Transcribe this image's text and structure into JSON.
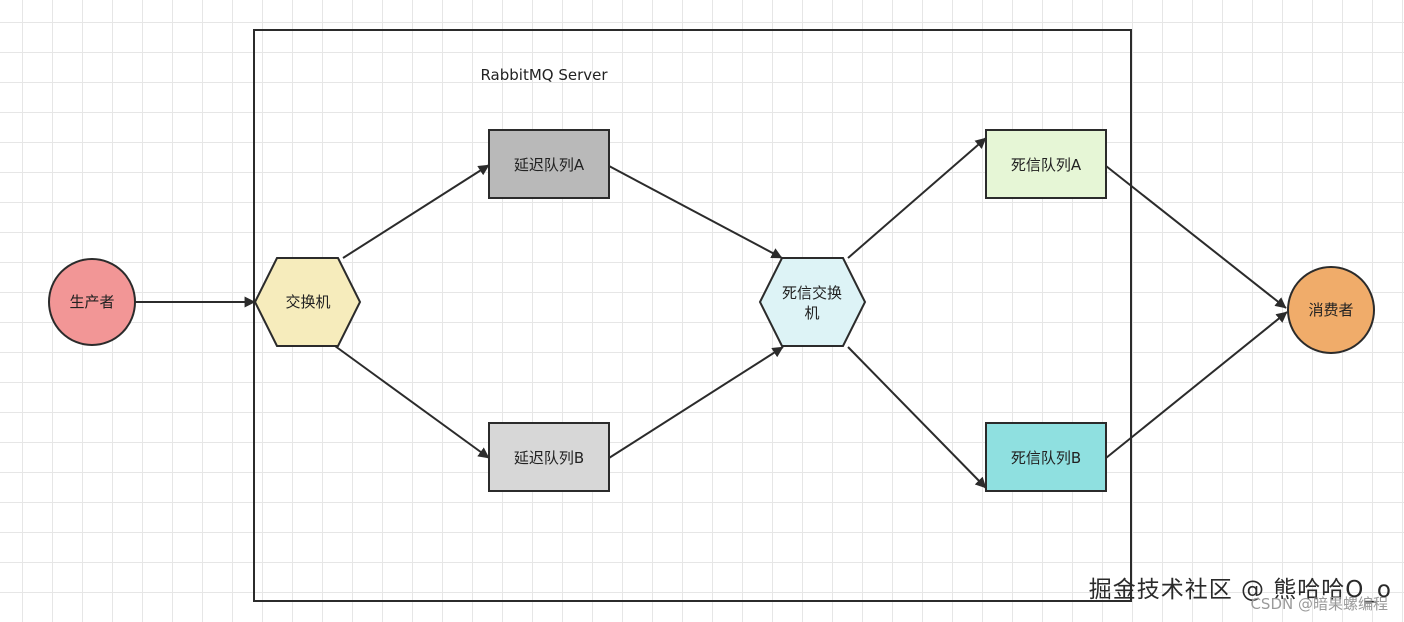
{
  "server": {
    "title": "RabbitMQ Server"
  },
  "nodes": {
    "producer": {
      "label": "生产者",
      "color": "#f29696"
    },
    "exchange": {
      "label": "交换机",
      "color": "#f6ecbc"
    },
    "delay_queue_a": {
      "label": "延迟队列A",
      "color": "#b9b9b9"
    },
    "delay_queue_b": {
      "label": "延迟队列B",
      "color": "#d7d7d7"
    },
    "dead_letter_exchange": {
      "label_line1": "死信交换",
      "label_line2": "机",
      "color": "#ddf3f6"
    },
    "dead_letter_queue_a": {
      "label": "死信队列A",
      "color": "#e6f6d6"
    },
    "dead_letter_queue_b": {
      "label": "死信队列B",
      "color": "#8fe0e0"
    },
    "consumer": {
      "label": "消费者",
      "color": "#f0ac6a"
    }
  },
  "watermark": {
    "line1": "掘金技术社区 @ 熊哈哈O_o",
    "line2": "CSDN @暗果螺编程"
  }
}
